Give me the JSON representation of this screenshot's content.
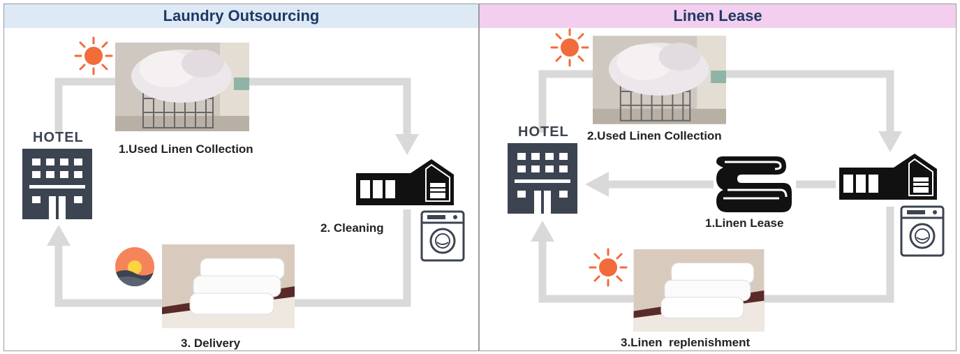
{
  "left_panel": {
    "title": "Laundry Outsourcing",
    "hotel_label": "HOTEL",
    "step1": "1.Used Linen Collection",
    "step2": "2. Cleaning",
    "step3": "3. Delivery"
  },
  "right_panel": {
    "title": "Linen Lease",
    "hotel_label": "HOTEL",
    "step1": "1.Linen Lease",
    "step2": "2.Used Linen Collection",
    "step3": "3.Linen  replenishment"
  },
  "colors": {
    "header_left_bg": "#dde9f5",
    "header_right_bg": "#f2cfee",
    "title_text": "#1f3864",
    "arrow": "#d9d9d9",
    "hotel_icon": "#3b4450",
    "sun": "#f26b3a"
  },
  "icons": [
    "sun-icon",
    "hotel-building-icon",
    "factory-icon",
    "washing-machine-icon",
    "sunset-icon",
    "folded-linen-icon"
  ]
}
